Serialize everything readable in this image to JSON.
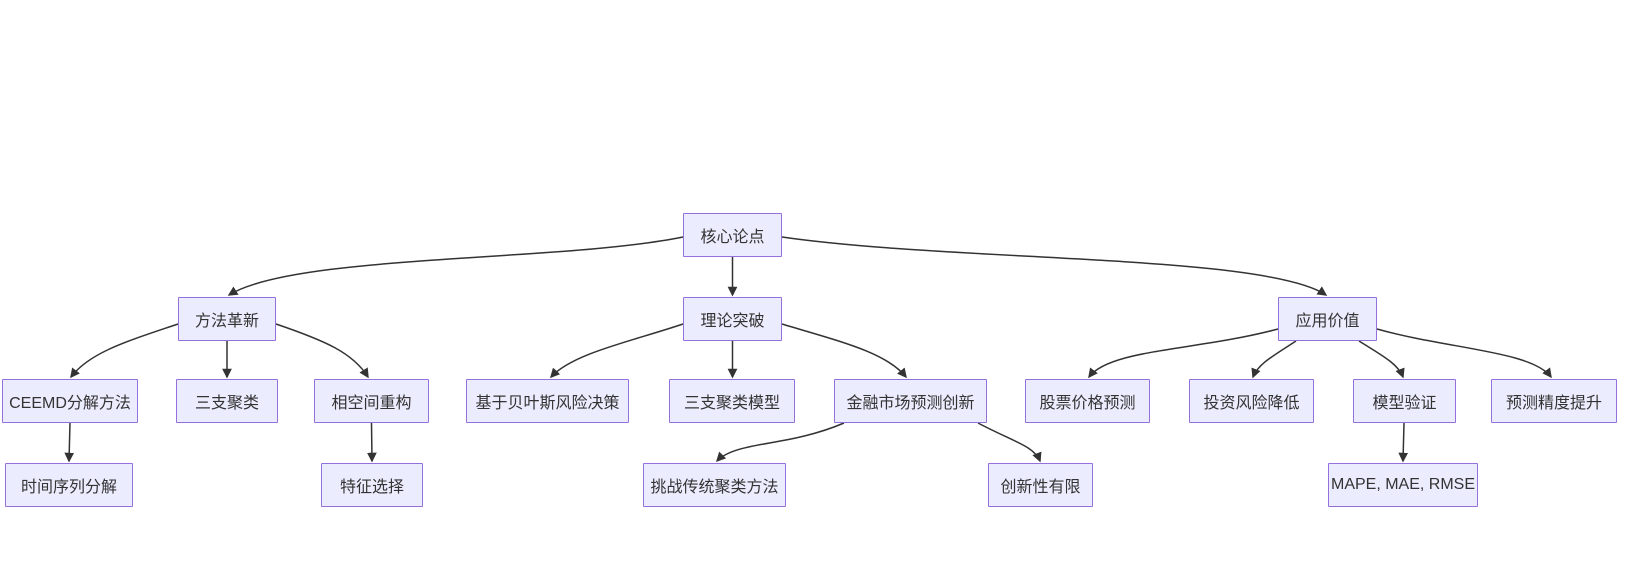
{
  "diagram": {
    "type": "flowchart",
    "direction": "top-down",
    "colors": {
      "node_fill": "#ECECFF",
      "node_border": "#9370DB",
      "node_text": "#333333",
      "edge": "#333333",
      "background": "#FFFFFF"
    },
    "nodes": [
      {
        "id": "core-thesis",
        "label": "核心论点",
        "level": 1
      },
      {
        "id": "method-innovation",
        "label": "方法革新",
        "level": 2
      },
      {
        "id": "theory-breakthrough",
        "label": "理论突破",
        "level": 2
      },
      {
        "id": "application-value",
        "label": "应用价值",
        "level": 2
      },
      {
        "id": "ceemd-decomposition",
        "label": "CEEMD分解方法",
        "level": 3
      },
      {
        "id": "three-way-clustering",
        "label": "三支聚类",
        "level": 3
      },
      {
        "id": "phase-space",
        "label": "相空间重构",
        "level": 3
      },
      {
        "id": "bayesian-risk",
        "label": "基于贝叶斯风险决策",
        "level": 3
      },
      {
        "id": "three-way-model",
        "label": "三支聚类模型",
        "level": 3
      },
      {
        "id": "market-innovation",
        "label": "金融市场预测创新",
        "level": 3
      },
      {
        "id": "stock-prediction",
        "label": "股票价格预测",
        "level": 3
      },
      {
        "id": "risk-reduction",
        "label": "投资风险降低",
        "level": 3
      },
      {
        "id": "model-validation",
        "label": "模型验证",
        "level": 3
      },
      {
        "id": "accuracy-improvement",
        "label": "预测精度提升",
        "level": 3
      },
      {
        "id": "time-series",
        "label": "时间序列分解",
        "level": 4
      },
      {
        "id": "feature-selection",
        "label": "特征选择",
        "level": 4
      },
      {
        "id": "challenge-clustering",
        "label": "挑战传统聚类方法",
        "level": 4
      },
      {
        "id": "limited-innovation",
        "label": "创新性有限",
        "level": 4
      },
      {
        "id": "metrics",
        "label": "MAPE, MAE, RMSE",
        "level": 4
      }
    ],
    "edges": [
      {
        "from": "核心论点",
        "to": "方法革新"
      },
      {
        "from": "核心论点",
        "to": "理论突破"
      },
      {
        "from": "核心论点",
        "to": "应用价值"
      },
      {
        "from": "方法革新",
        "to": "CEEMD分解方法"
      },
      {
        "from": "方法革新",
        "to": "三支聚类"
      },
      {
        "from": "方法革新",
        "to": "相空间重构"
      },
      {
        "from": "理论突破",
        "to": "基于贝叶斯风险决策"
      },
      {
        "from": "理论突破",
        "to": "三支聚类模型"
      },
      {
        "from": "理论突破",
        "to": "金融市场预测创新"
      },
      {
        "from": "应用价值",
        "to": "股票价格预测"
      },
      {
        "from": "应用价值",
        "to": "投资风险降低"
      },
      {
        "from": "应用价值",
        "to": "模型验证"
      },
      {
        "from": "应用价值",
        "to": "预测精度提升"
      },
      {
        "from": "CEEMD分解方法",
        "to": "时间序列分解"
      },
      {
        "from": "相空间重构",
        "to": "特征选择"
      },
      {
        "from": "金融市场预测创新",
        "to": "挑战传统聚类方法"
      },
      {
        "from": "金融市场预测创新",
        "to": "创新性有限"
      },
      {
        "from": "模型验证",
        "to": "MAPE, MAE, RMSE"
      }
    ]
  }
}
